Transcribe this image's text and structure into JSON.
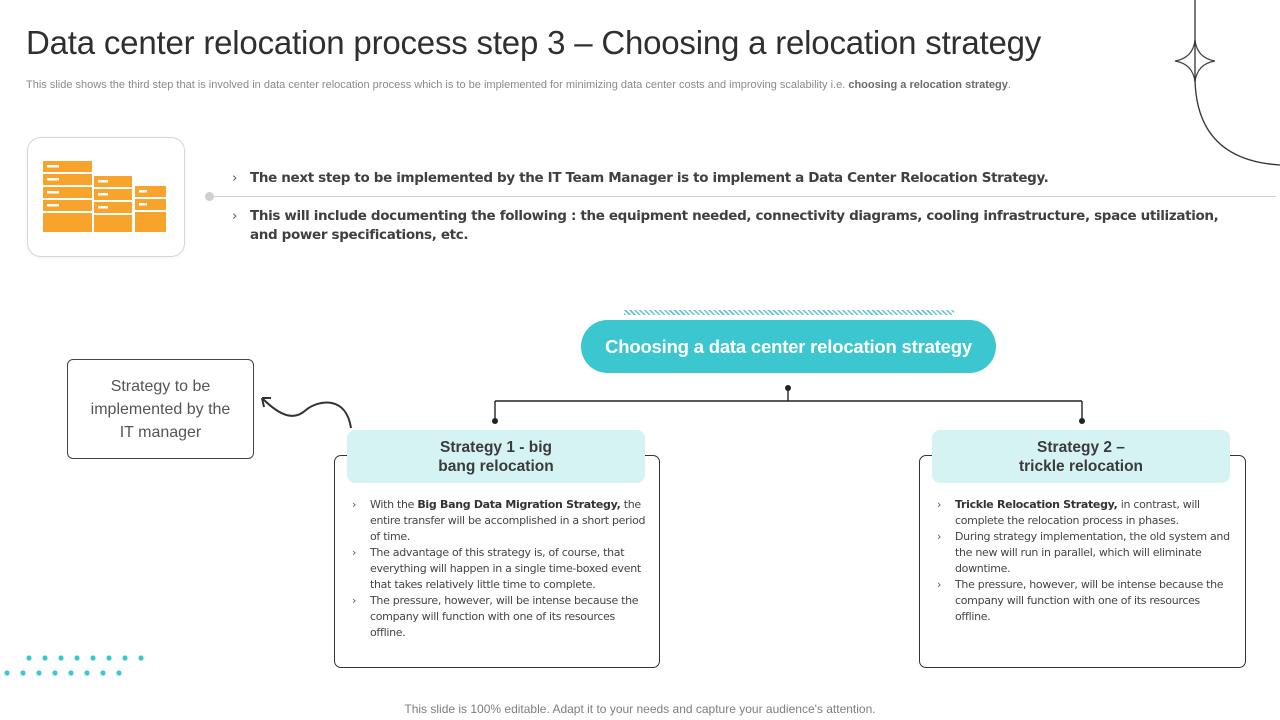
{
  "slide": {
    "title": "Data center relocation process step 3 – Choosing a relocation strategy",
    "subtitle_prefix": "This slide shows the third step that is involved in data center relocation process which is to be implemented for minimizing data center costs and improving scalability i.e. ",
    "subtitle_bold": "choosing a relocation strategy",
    "subtitle_suffix": "."
  },
  "icons": {
    "server": "server-rack-icon",
    "sparkle": "sparkle-star-icon",
    "arrow": "curved-arrow-icon"
  },
  "bullets": [
    {
      "chevron": "›",
      "text": "The next step to be implemented by the IT Team Manager is to implement a Data Center Relocation Strategy."
    },
    {
      "chevron": "›",
      "text": "This will include documenting the following : the equipment needed, connectivity diagrams, cooling infrastructure, space utilization, and power specifications, etc."
    }
  ],
  "callout": {
    "text": "Strategy to be implemented by the IT manager"
  },
  "center_pill": {
    "text": "Choosing a data center relocation strategy"
  },
  "strategies": [
    {
      "title_line1": "Strategy 1 - big",
      "title_line2": "bang relocation",
      "items": [
        {
          "pre": "With the ",
          "bold": "Big Bang Data Migration Strategy,",
          "post": " the entire transfer will be accomplished in a short period of time."
        },
        {
          "pre": "The advantage of this strategy is, of course, that everything will happen in a single time-boxed event that takes relatively little time to complete.",
          "bold": "",
          "post": ""
        },
        {
          "pre": "The pressure, however,  will be intense because the company will function with one of its resources offline.",
          "bold": "",
          "post": ""
        }
      ]
    },
    {
      "title_line1": "Strategy 2 –",
      "title_line2": "trickle relocation",
      "items": [
        {
          "pre": "",
          "bold": "Trickle Relocation Strategy,",
          "post": " in contrast, will complete the relocation process in phases."
        },
        {
          "pre": "During strategy implementation, the old system and the new will run in parallel, which will eliminate downtime.",
          "bold": "",
          "post": ""
        },
        {
          "pre": "The pressure, however,  will be intense because the company will function with one of its resources offline.",
          "bold": "",
          "post": ""
        }
      ]
    }
  ],
  "bullet_chevron": "›",
  "footer": "This slide is 100% editable. Adapt it to your needs and capture your audience's attention.",
  "colors": {
    "accent": "#3cc6cf",
    "accent_light": "#d6f3f4",
    "server": "#f7a32c",
    "dots": "#3cc6cf"
  }
}
